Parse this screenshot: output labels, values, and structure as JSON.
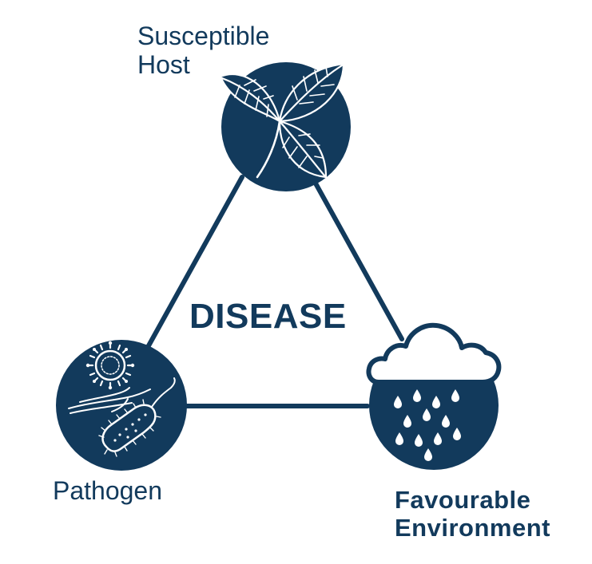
{
  "diagram": {
    "center_label": "DISEASE",
    "nodes": {
      "host": {
        "line1": "Susceptible",
        "line2": "Host",
        "icon": "leaves-icon"
      },
      "pathogen": {
        "line1": "Pathogen",
        "icon": "microbes-icon"
      },
      "environment": {
        "line1": "Favourable",
        "line2": "Environment",
        "icon": "rain-cloud-icon"
      }
    },
    "colors": {
      "primary": "#123a5c",
      "background": "#ffffff"
    }
  }
}
